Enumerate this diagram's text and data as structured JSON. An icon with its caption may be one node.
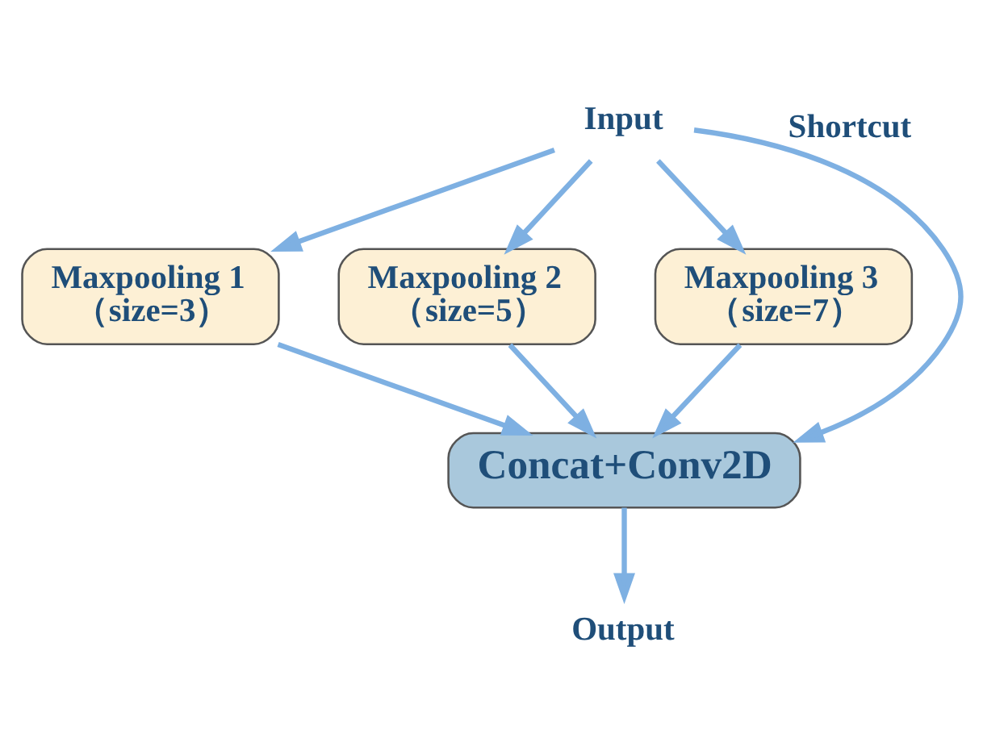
{
  "diagram": {
    "nodes": [
      {
        "text": [
          "Input"
        ]
      },
      {
        "text": [
          "Maxpooling 1",
          "（size=3）"
        ]
      },
      {
        "text": [
          "Maxpooling 2",
          "（size=5）"
        ]
      },
      {
        "text": [
          "Maxpooling 3",
          "（size=7）"
        ]
      },
      {
        "text": [
          "Concat+Conv2D"
        ]
      },
      {
        "text": [
          "Output"
        ]
      }
    ],
    "edges": [
      {
        "from": 0,
        "to": 1,
        "arrow": "to"
      },
      {
        "from": 0,
        "to": 2,
        "arrow": "to"
      },
      {
        "from": 0,
        "to": 3,
        "arrow": "to"
      },
      {
        "from": 0,
        "to": 4,
        "arrow": "to",
        "label": "Shortcut"
      },
      {
        "from": 1,
        "to": 4,
        "arrow": "to"
      },
      {
        "from": 2,
        "to": 4,
        "arrow": "to"
      },
      {
        "from": 3,
        "to": 4,
        "arrow": "to"
      },
      {
        "from": 4,
        "to": 5,
        "arrow": "to"
      }
    ]
  }
}
